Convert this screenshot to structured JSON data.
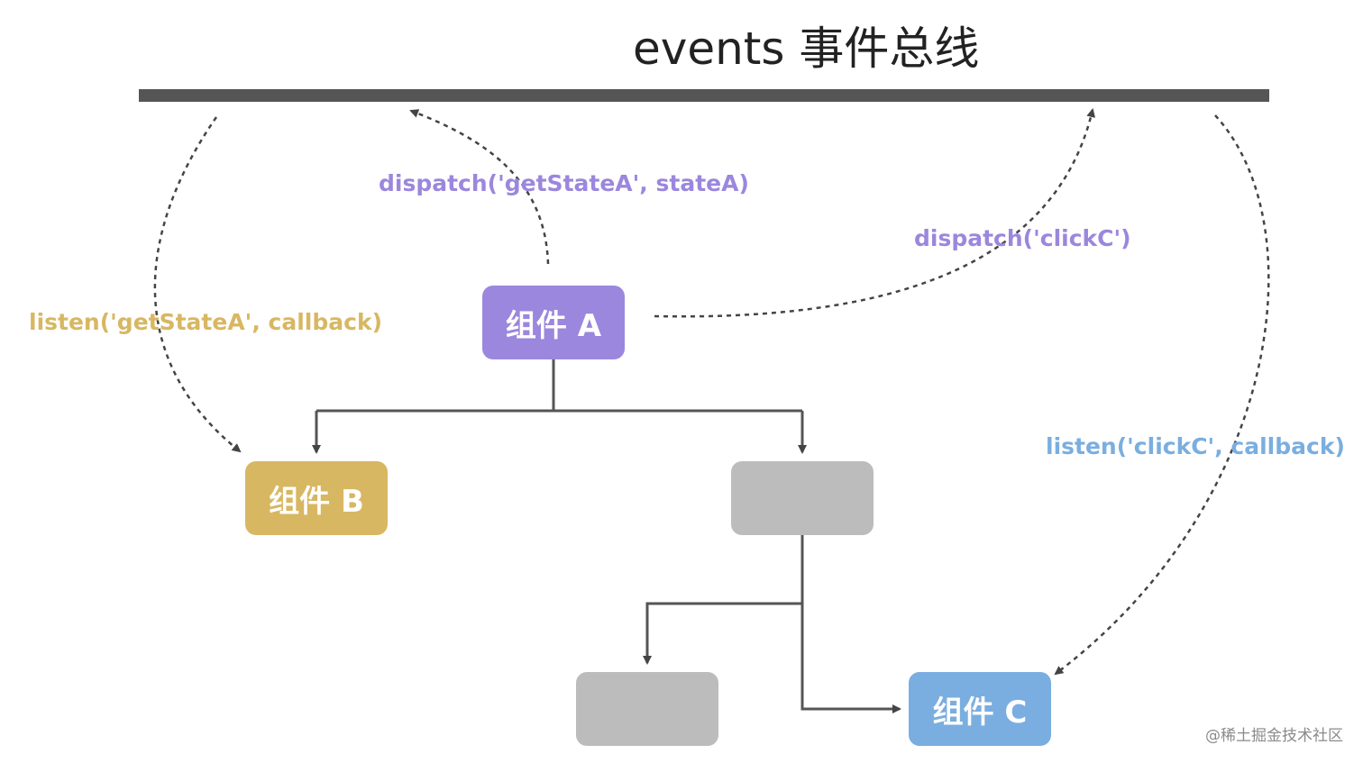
{
  "title": "events 事件总线",
  "nodes": {
    "a": "组件 A",
    "b": "组件 B",
    "c": "组件 C"
  },
  "labels": {
    "dispatch_get_state": "dispatch('getStateA', stateA)",
    "dispatch_click": "dispatch('clickC')",
    "listen_get_state": "listen('getStateA', callback)",
    "listen_click": "listen('clickC', callback)"
  },
  "watermark": "@稀土掘金技术社区",
  "colors": {
    "bus": "#555555",
    "component_a": "#9b87dd",
    "component_b": "#d8b762",
    "component_c": "#7aaee0",
    "placeholder": "#bcbcbc",
    "connector": "#555555"
  }
}
